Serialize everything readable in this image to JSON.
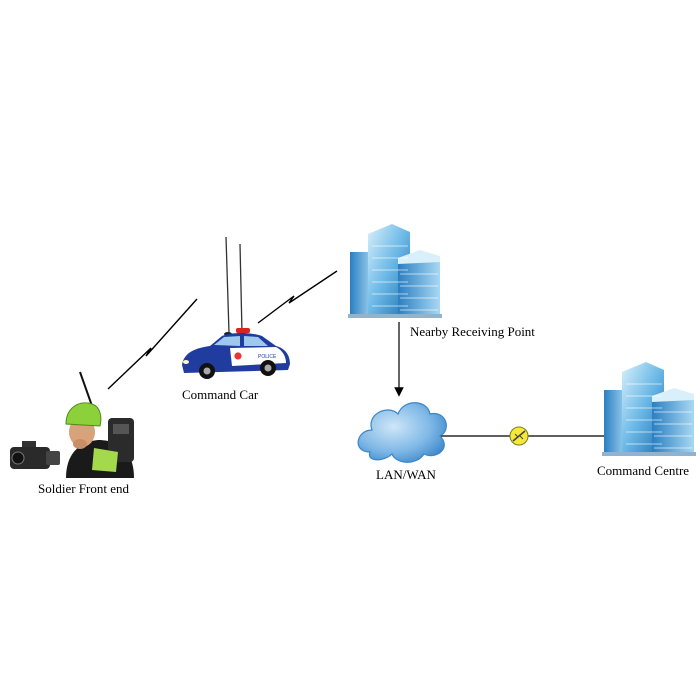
{
  "nodes": {
    "soldier": {
      "label": "Soldier Front end",
      "icon": "soldier-with-camera-icon"
    },
    "car": {
      "label": "Command Car",
      "icon": "police-car-icon",
      "car_text": "POLICE"
    },
    "receiving": {
      "label": "Nearby Receiving Point",
      "icon": "office-building-icon"
    },
    "network": {
      "label": "LAN/WAN",
      "icon": "cloud-icon"
    },
    "centre": {
      "label": "Command Centre",
      "icon": "office-building-icon"
    }
  },
  "links": {
    "wireless_1": {
      "from": "soldier",
      "to": "car",
      "kind": "wireless"
    },
    "wireless_2": {
      "from": "car",
      "to": "receiving",
      "kind": "wireless"
    },
    "arrow": {
      "from": "receiving",
      "to": "network",
      "kind": "directed"
    },
    "wired": {
      "from": "network",
      "to": "centre",
      "kind": "wired",
      "icon": "connector-icon"
    }
  },
  "colors": {
    "building_light": "#bfe3f7",
    "building_mid": "#5aaee0",
    "building_dark": "#1d6fb0",
    "cloud": "#7fb8e6",
    "cloud_dark": "#3b86c8",
    "car_body": "#1f3c9e",
    "helmet": "#8cd13a",
    "connector": "#f5e83a"
  }
}
